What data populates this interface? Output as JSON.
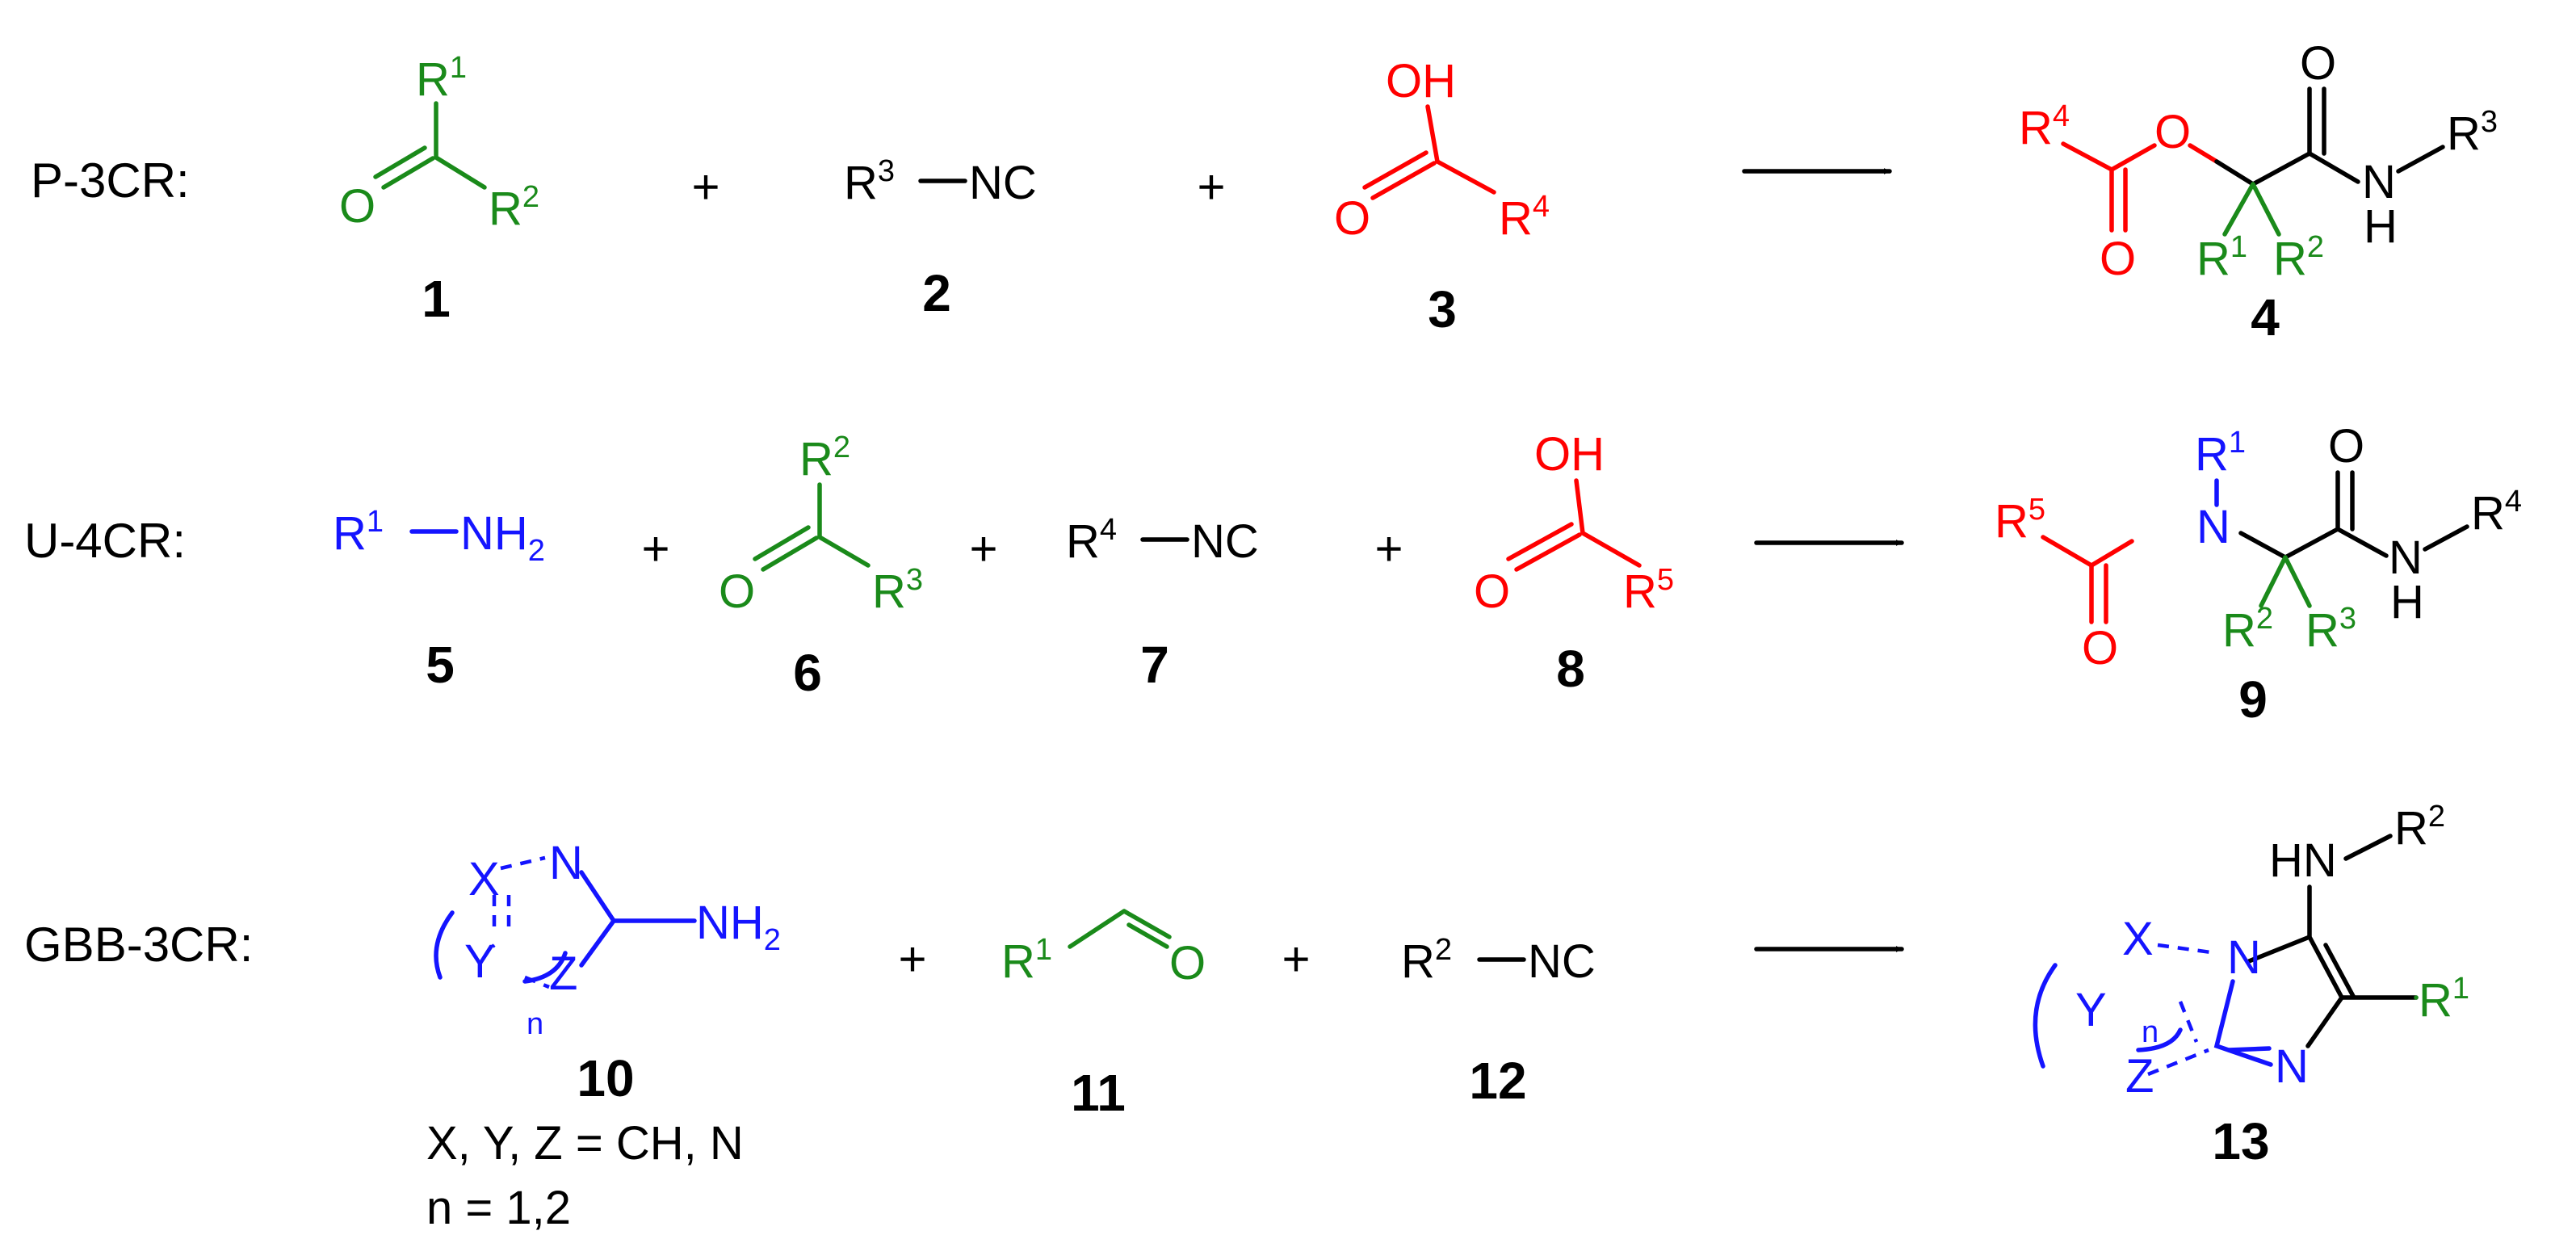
{
  "colors": {
    "black": "#000000",
    "green": "#1a8a1a",
    "red": "#ff0000",
    "blue": "#1414ff"
  },
  "rows": [
    {
      "reaction": "P-3CR:",
      "compounds": [
        {
          "label": "1",
          "atoms": {
            "r_top": "R",
            "r_top_sup": "1",
            "o": "O",
            "r_right": "R",
            "r_right_sup": "2"
          }
        },
        {
          "label": "2",
          "atoms": {
            "r": "R",
            "r_sup": "3",
            "nc": "NC"
          }
        },
        {
          "label": "3",
          "atoms": {
            "oh": "OH",
            "o": "O",
            "r": "R",
            "r_sup": "4"
          }
        },
        {
          "label": "4",
          "atoms": {
            "r4": "R",
            "r4_sup": "4",
            "o_ester": "O",
            "o_carbonyl": "O",
            "r1": "R",
            "r1_sup": "1",
            "r2": "R",
            "r2_sup": "2",
            "o_amide": "O",
            "n": "N",
            "h": "H",
            "r3": "R",
            "r3_sup": "3"
          }
        }
      ]
    },
    {
      "reaction": "U-4CR:",
      "compounds": [
        {
          "label": "5",
          "atoms": {
            "r": "R",
            "r_sup": "1",
            "nh": "NH",
            "nh_sub": "2"
          }
        },
        {
          "label": "6",
          "atoms": {
            "r_top": "R",
            "r_top_sup": "2",
            "o": "O",
            "r_right": "R",
            "r_right_sup": "3"
          }
        },
        {
          "label": "7",
          "atoms": {
            "r": "R",
            "r_sup": "4",
            "nc": "NC"
          }
        },
        {
          "label": "8",
          "atoms": {
            "oh": "OH",
            "o": "O",
            "r": "R",
            "r_sup": "5"
          }
        },
        {
          "label": "9",
          "atoms": {
            "r5": "R",
            "r5_sup": "5",
            "o_carbonyl": "O",
            "r1": "R",
            "r1_sup": "1",
            "n1": "N",
            "r2": "R",
            "r2_sup": "2",
            "r3": "R",
            "r3_sup": "3",
            "o_amide": "O",
            "n2": "N",
            "h": "H",
            "r4": "R",
            "r4_sup": "4"
          }
        }
      ]
    },
    {
      "reaction": "GBB-3CR:",
      "compounds": [
        {
          "label": "10",
          "atoms": {
            "x": "X",
            "n": "N",
            "y": "Y",
            "z": "Z",
            "n_sub": "n",
            "nh": "NH",
            "nh_sub": "2"
          }
        },
        {
          "label": "11",
          "atoms": {
            "r": "R",
            "r_sup": "1",
            "o": "O"
          }
        },
        {
          "label": "12",
          "atoms": {
            "r": "R",
            "r_sup": "2",
            "nc": "NC"
          }
        },
        {
          "label": "13",
          "atoms": {
            "hn": "HN",
            "r2": "R",
            "r2_sup": "2",
            "x": "X",
            "n_bridge": "N",
            "y": "Y",
            "n_sub": "n",
            "z": "Z",
            "n_ring": "N",
            "r1": "R",
            "r1_sup": "1"
          }
        }
      ],
      "notes": [
        "X, Y, Z = CH, N",
        "n = 1,2"
      ]
    }
  ],
  "operators": {
    "plus": "+"
  }
}
